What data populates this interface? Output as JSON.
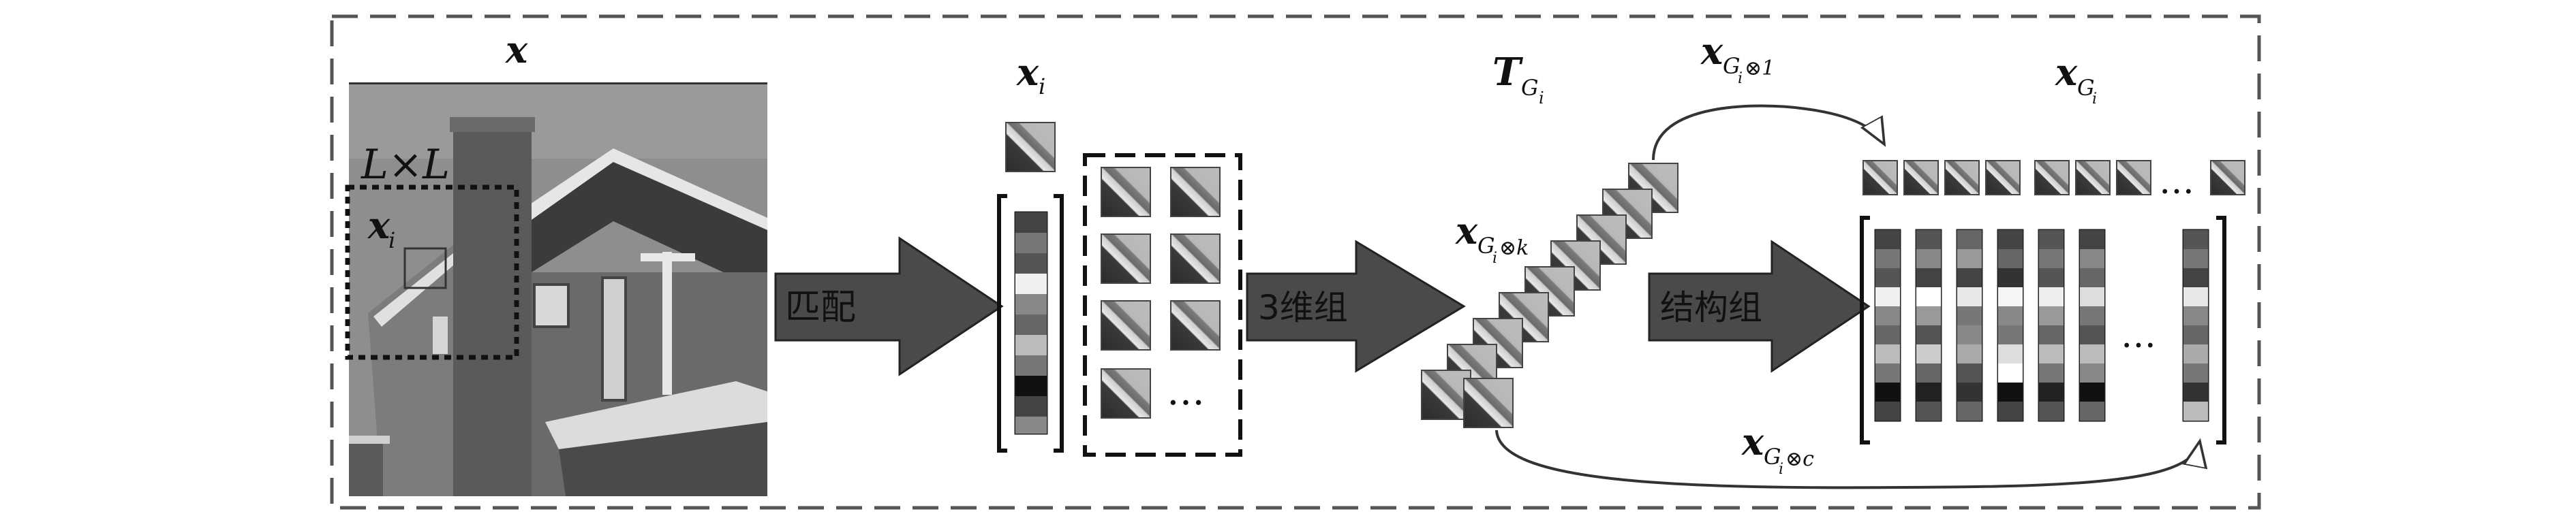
{
  "labels": {
    "x": "x",
    "LxL": "L×L",
    "xi_in_image": "x",
    "xi_in_image_sub": "i",
    "xi_top": "x",
    "xi_top_sub": "i",
    "T": "T",
    "T_sub": "G",
    "T_sub2": "i",
    "xG1": "x",
    "xG1_sub": "G",
    "xG1_sub2": "i",
    "xG1_sub3": "⊗1",
    "xGk": "x",
    "xGk_sub": "G",
    "xGk_sub2": "i",
    "xGk_sub3": "⊗k",
    "xGc": "x",
    "xGc_sub": "G",
    "xGc_sub2": "i",
    "xGc_sub3": "⊗c",
    "xG": "x",
    "xG_sub": "G",
    "xG_sub2": "i"
  },
  "arrows": {
    "match": "匹配",
    "group3d": "3维组",
    "structure": "结构组"
  },
  "ellipsis_patches": "…",
  "ellipsis_columns": "…",
  "ellipsis_top_row": "…"
}
